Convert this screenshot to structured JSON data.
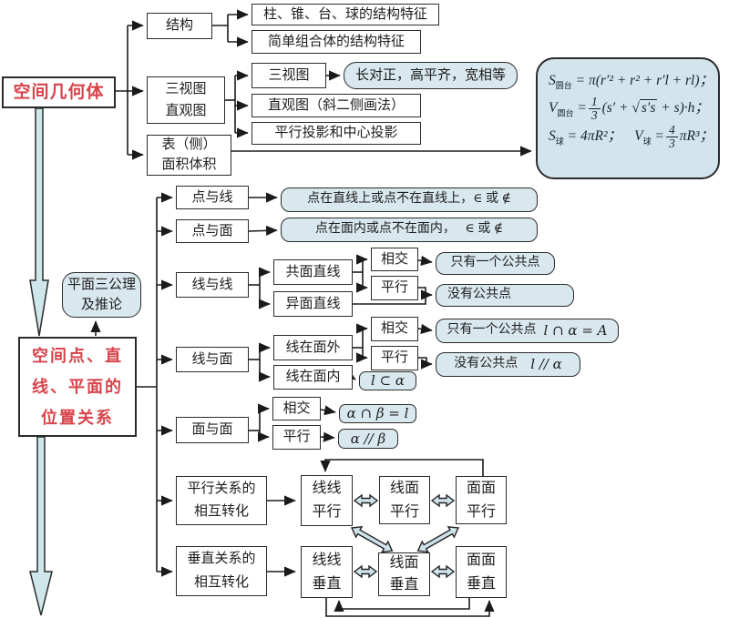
{
  "colors": {
    "accent_red": "#d8434b",
    "pill_fill": "#d9e8ee",
    "line": "#1a1a1a"
  },
  "left": {
    "geo_title": "空间几何体",
    "relation_title": "空间点、直线、平面的位置关系",
    "axioms": "平面三公理及推论"
  },
  "solid": {
    "structure": "结构",
    "structure_feature": "柱、锥、台、球的结构特征",
    "combo_feature": "简单组合体的结构特征",
    "views_node": "三视图\n直观图",
    "three_views": "三视图",
    "views_rule": "长对正，高平齐，宽相等",
    "intuitive": "直观图（斜二侧画法）",
    "projection": "平行投影和中心投影",
    "area_volume": "表（侧）\n面积体积"
  },
  "formulas": {
    "s_frustum_sym": "S",
    "s_frustum_sub": "圆台",
    "s_frustum_rhs": "= π(r′² + r² + r′l + rl)；",
    "v_frustum_sym": "V",
    "v_frustum_sub": "圆台",
    "v_eq": "=",
    "v_num": "1",
    "v_den": "3",
    "v_open": "(s′ +",
    "v_radsign": "√",
    "v_radicand": "s′s",
    "v_close": "+ s)·h；",
    "s_sphere_sym": "S",
    "s_sphere_sub": "球",
    "s_sphere_rhs": "= 4πR²；",
    "v_sphere_sym": "V",
    "v_sphere_sub": "球",
    "v_sphere_eq": "=",
    "v_sphere_num": "4",
    "v_sphere_den": "3",
    "v_sphere_rhs": "πR³；"
  },
  "relations": {
    "point_line": "点与线",
    "point_line_desc": "点在直线上或点不在直线上，∈ 或 ∉",
    "point_plane": "点与面",
    "point_plane_desc": "点在面内或点不在面内，　 ∈ 或 ∉",
    "line_line": "线与线",
    "coplanar": "共面直线",
    "skew": "异面直线",
    "intersect1": "相交",
    "parallel1": "平行",
    "one_common": "只有一个公共点",
    "no_common": "没有公共点",
    "line_plane": "线与面",
    "line_outside": "线在面外",
    "line_inside": "线在面内",
    "intersect2": "相交",
    "parallel2": "平行",
    "one_common2": "只有一个公共点",
    "one_common2_math": "l ∩ α = A",
    "no_common2": "没有公共点",
    "no_common2_math": "l // α",
    "line_in_math": "l ⊂ α",
    "plane_plane": "面与面",
    "intersect3": "相交",
    "parallel3": "平行",
    "pp_intersect_math": "α ∩ β = l",
    "pp_parallel_math": "α // β"
  },
  "transform": {
    "parallel_title": "平行关系的\n相互转化",
    "perp_title": "垂直关系的\n相互转化",
    "ll_par": "线线\n平行",
    "lp_par": "线面\n平行",
    "pp_par": "面面\n平行",
    "ll_perp": "线线\n垂直",
    "lp_perp": "线面\n垂直",
    "pp_perp": "面面\n垂直"
  }
}
